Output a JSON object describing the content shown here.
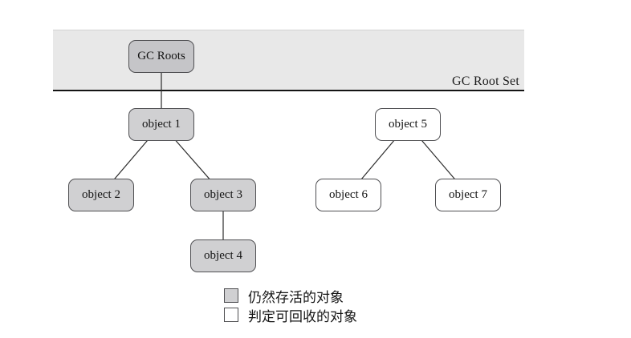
{
  "banner": {
    "root_label": "GC Roots",
    "set_label": "GC Root Set"
  },
  "nodes": {
    "object1": {
      "label": "object 1",
      "status": "alive"
    },
    "object2": {
      "label": "object 2",
      "status": "alive"
    },
    "object3": {
      "label": "object 3",
      "status": "alive"
    },
    "object4": {
      "label": "object 4",
      "status": "alive"
    },
    "object5": {
      "label": "object 5",
      "status": "recyclable"
    },
    "object6": {
      "label": "object 6",
      "status": "recyclable"
    },
    "object7": {
      "label": "object 7",
      "status": "recyclable"
    }
  },
  "edges": [
    {
      "from": "gc_roots",
      "to": "object1"
    },
    {
      "from": "object1",
      "to": "object2"
    },
    {
      "from": "object1",
      "to": "object3"
    },
    {
      "from": "object3",
      "to": "object4"
    },
    {
      "from": "object5",
      "to": "object6"
    },
    {
      "from": "object5",
      "to": "object7"
    }
  ],
  "legend": {
    "alive": {
      "label": "仍然存活的对象",
      "color": "#d0d0d2"
    },
    "recyclable": {
      "label": "判定可回收的对象",
      "color": "#ffffff"
    }
  },
  "colors": {
    "banner_fill": "#e8e8e8",
    "root_fill": "#c5c5c8",
    "alive_fill": "#d0d0d2",
    "recyclable_fill": "#ffffff",
    "box_border": "#4f4f52",
    "edge_line": "#2b2b2b"
  }
}
